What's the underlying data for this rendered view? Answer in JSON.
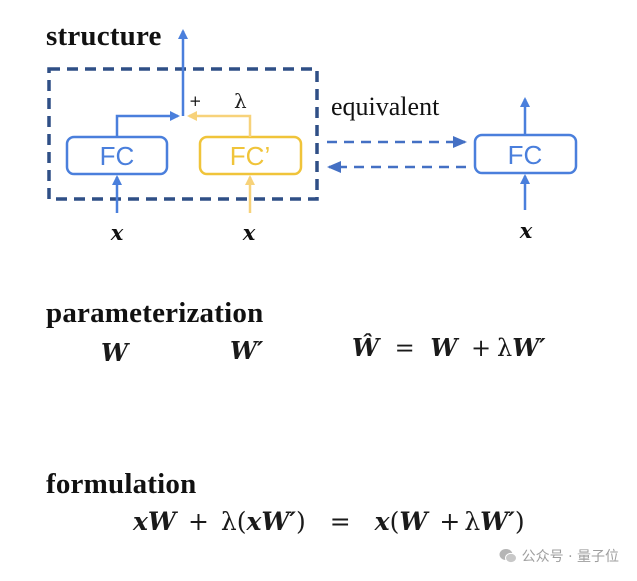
{
  "sections": {
    "structure": {
      "title": "structure"
    },
    "parameterization": {
      "title": "parameterization"
    },
    "formulation": {
      "title": "formulation"
    }
  },
  "structure_diagram": {
    "left_block": {
      "box_main_label": "FC",
      "box_aux_label": "FC’",
      "plus_label": "+",
      "scale_label": "λ",
      "input_main_label": "x",
      "input_aux_label": "x"
    },
    "relation_label": "equivalent",
    "right_block": {
      "box_label": "FC",
      "input_label": "x"
    },
    "colors": {
      "main_blue": "#4a7fdc",
      "aux_yellow": "#f0c43a",
      "aux_arrow_yellow": "#f7d27a",
      "dashed_frame": "#2f4f86",
      "equivalent_arrows": "#4470c4"
    }
  },
  "parameterization": {
    "w": "W",
    "w_prime": "W′",
    "w_hat": "Ŵ",
    "equals": "=",
    "plus": "+",
    "lambda": "λ",
    "rhs_w": "W",
    "rhs_w_prime": "W′"
  },
  "formulation": {
    "lhs": {
      "x1": "x",
      "w1": "W",
      "plus": "+",
      "lambda_open": "λ(",
      "x2": "x",
      "w2": "W′",
      "close": ")"
    },
    "equals": "=",
    "rhs": {
      "x": "x",
      "open": "(",
      "w": "W",
      "plus": "+",
      "lambda": "λ",
      "w_prime": "W′",
      "close": ")"
    }
  },
  "watermark": {
    "icon": "wechat-icon",
    "text": "公众号 · 量子位"
  }
}
